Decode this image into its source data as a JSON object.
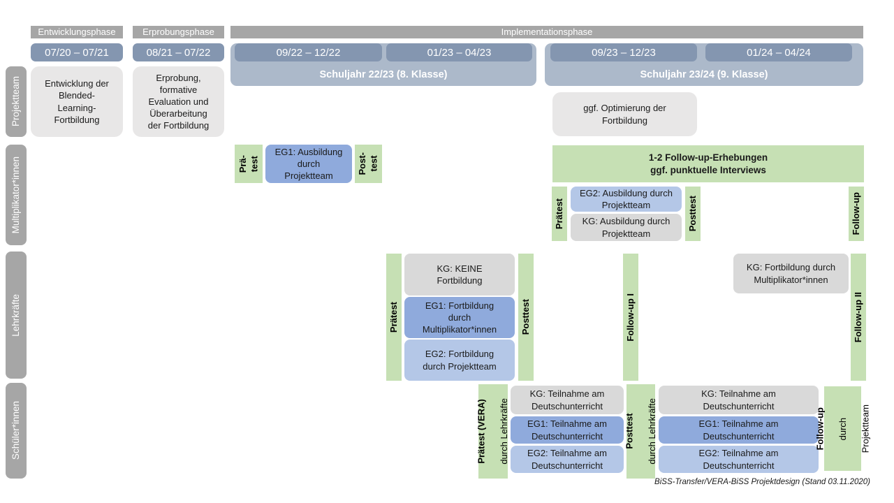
{
  "colors": {
    "phase_bar_gray": "#A6A6A6",
    "date_bar_blue": "#8496B0",
    "year_container_blue": "#ACB9CA",
    "row_label_gray": "#A6A6A6",
    "box_light_gray": "#E8E7E7",
    "box_kg_gray": "#D9D9D9",
    "box_eg1_blue": "#8FAADC",
    "box_eg2_blue": "#B4C7E7",
    "box_green": "#C6E0B4"
  },
  "phases": {
    "entwicklung": {
      "label": "Entwicklungsphase",
      "date": "07/20 – 07/21"
    },
    "erprobung": {
      "label": "Erprobungsphase",
      "date": "08/21 – 07/22"
    },
    "implementation": {
      "label": "Implementationsphase",
      "year1": {
        "label": "Schuljahr 22/23 (8. Klasse)",
        "term1": "09/22 – 12/22",
        "term2": "01/23 – 04/23"
      },
      "year2": {
        "label": "Schuljahr 23/24 (9. Klasse)",
        "term1": "09/23 – 12/23",
        "term2": "01/24 – 04/24"
      }
    }
  },
  "row_labels": {
    "projektteam": "Projektteam",
    "multiplikatoren": "Multiplikator*innen",
    "lehrkraefte": "Lehrkräfte",
    "schueler": "Schüler*innen"
  },
  "projektteam": {
    "entwicklung_box": "Entwicklung der\nBlended-\nLearning-\nFortbildung",
    "erprobung_box": "Erprobung,\nformative\nEvaluation und\nÜberarbeitung\nder Fortbildung",
    "optimierung_box": "ggf. Optimierung der\nFortbildung"
  },
  "multiplikatoren": {
    "praetest1": "Prä-\ntest",
    "eg1_ausbildung": "EG1: Ausbildung\ndurch\nProjektteam",
    "posttest1": "Post-\ntest",
    "followup_box": "1-2 Follow-up-Erhebungen\nggf. punktuelle Interviews",
    "praetest2": "Prätest",
    "eg2_ausbildung": "EG2: Ausbildung durch\nProjektteam",
    "kg_ausbildung": "KG: Ausbildung durch\nProjektteam",
    "posttest2": "Posttest",
    "followup": "Follow-up"
  },
  "lehrkraefte": {
    "praetest": "Prätest",
    "kg_keine": "KG: KEINE\nFortbildung",
    "eg1_fortbildung": "EG1: Fortbildung\ndurch\nMultiplikator*innen",
    "eg2_fortbildung": "EG2: Fortbildung\ndurch Projektteam",
    "posttest": "Posttest",
    "followup1": "Follow-up I",
    "kg_fortbildung": "KG: Fortbildung durch\nMultiplikator*innen",
    "followup2": "Follow-up II"
  },
  "schueler": {
    "praetest_line1": "Prätest (VERA)",
    "praetest_line2": "durch Lehrkräfte",
    "kg_teilnahme": "KG: Teilnahme am\nDeutschunterricht",
    "eg1_teilnahme": "EG1: Teilnahme am\nDeutschunterricht",
    "eg2_teilnahme": "EG2: Teilnahme am\nDeutschunterricht",
    "posttest_line1": "Posttest",
    "posttest_line2": "durch Lehrkräfte",
    "kg_teilnahme2": "KG: Teilnahme am\nDeutschunterricht",
    "eg1_teilnahme2": "EG1: Teilnahme am\nDeutschunterricht",
    "eg2_teilnahme2": "EG2: Teilnahme am\nDeutschunterricht",
    "followup_line1": "Follow-up",
    "followup_line2": "durch",
    "followup_line3": "Projektteam"
  },
  "footer": "BiSS-Transfer/VERA-BiSS Projektdesign (Stand 03.11.2020)"
}
